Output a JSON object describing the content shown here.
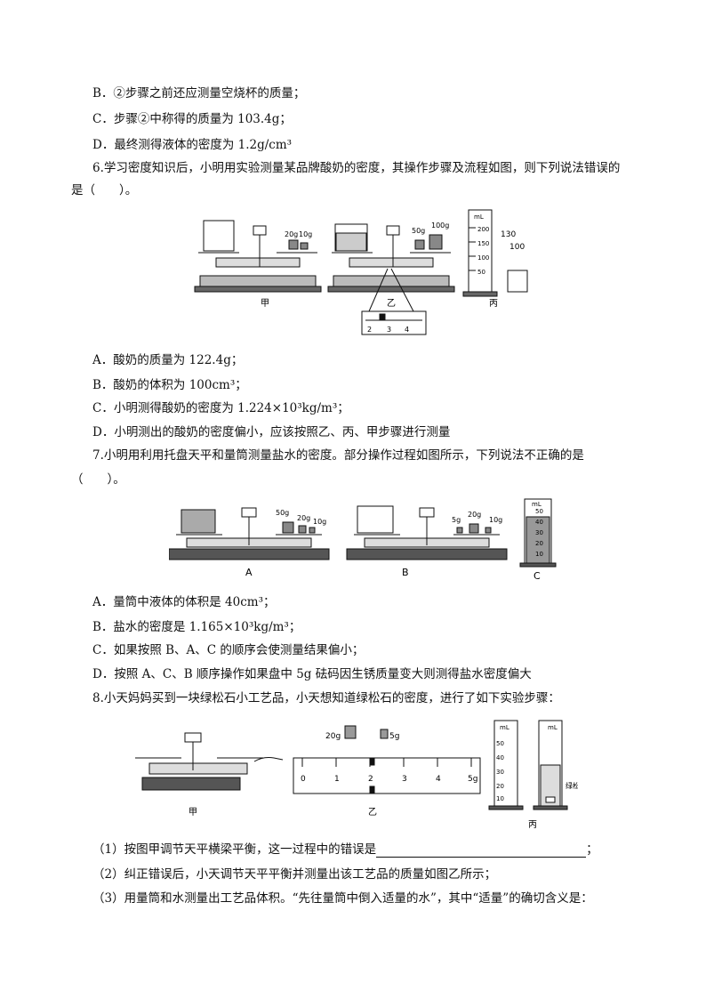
{
  "q5_options": {
    "B": "B．②步骤之前还应测量空烧杯的质量；",
    "C": "C．步骤②中称得的质量为 103.4g；",
    "D": "D．最终测得液体的密度为 1.2g/cm³"
  },
  "q6": {
    "stem_line1": "6.学习密度知识后，小明用实验测量某品牌酸奶的密度，其操作步骤及流程如图，则下列说法错误的",
    "stem_line2": "是（　　）。",
    "figure": {
      "balance_jia_weights": [
        "20g",
        "10g"
      ],
      "balance_yi_weights": [
        "50g",
        "100g"
      ],
      "cylinder_unit": "mL",
      "cylinder_ticks": [
        "200",
        "150",
        "100",
        "50"
      ],
      "side_values": [
        "130",
        "100"
      ],
      "rider_ticks": [
        "2",
        "3",
        "4"
      ],
      "labels": [
        "甲",
        "乙",
        "丙"
      ]
    },
    "A": "A．酸奶的质量为 122.4g；",
    "B": "B．酸奶的体积为 100cm³；",
    "C": "C．小明测得酸奶的密度为 1.224×10³kg/m³；",
    "D": "D．小明测出的酸奶的密度偏小，应该按照乙、丙、甲步骤进行测量"
  },
  "q7": {
    "stem_line1": "7.小明用利用托盘天平和量筒测量盐水的密度。部分操作过程如图所示，下列说法不正确的是",
    "stem_line2": "（　　）。",
    "figure": {
      "balance_A_weights": [
        "50g",
        "20g",
        "10g"
      ],
      "balance_B_weights": [
        "5g",
        "20g",
        "10g"
      ],
      "cylinder_unit": "mL",
      "cylinder_ticks": [
        "50",
        "40",
        "30",
        "20",
        "10"
      ],
      "labels": [
        "A",
        "B",
        "C"
      ]
    },
    "A": "A．量筒中液体的体积是 40cm³；",
    "B": "B．盐水的密度是 1.165×10³kg/m³；",
    "C": "C．如果按照 B、A、C 的顺序会使测量结果偏小；",
    "D": "D．按照 A、C、B 顺序操作如果盘中 5g 砝码因生锈质量变大则测得盐水密度偏大"
  },
  "q8": {
    "stem": "8.小天妈妈买到一块绿松石小工艺品，小天想知道绿松石的密度，进行了如下实验步骤：",
    "figure": {
      "weights": [
        "20g",
        "5g"
      ],
      "ruler_ticks": [
        "0",
        "1",
        "2",
        "3",
        "4",
        "5g"
      ],
      "cylinder_unit": "mL",
      "cylinder_ticks": [
        "50",
        "40",
        "30",
        "20",
        "10"
      ],
      "stone_label": "绿松石",
      "labels": [
        "甲",
        "乙",
        "丙"
      ]
    },
    "p1_a": "（1）按图甲调节天平横梁平衡，这一过程中的错误是",
    "p1_b": "；",
    "p2": "（2）纠正错误后，小天调节天平平衡并测量出该工艺品的质量如图乙所示；",
    "p3": "（3）用量筒和水测量出工艺品体积。“先往量筒中倒入适量的水”，其中“适量”的确切含义是："
  }
}
